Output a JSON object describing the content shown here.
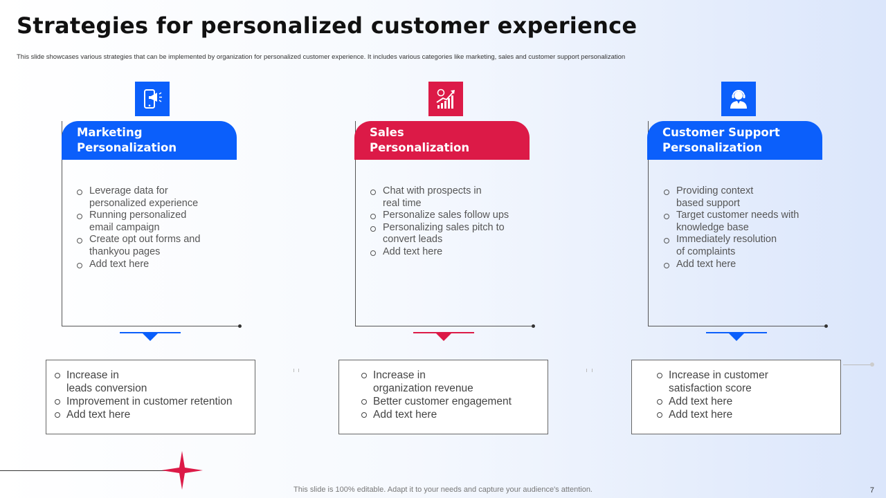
{
  "slide": {
    "title": "Strategies for personalized customer experience",
    "subtitle": "This slide showcases various strategies that can be implemented  by organization for personalized customer experience. It includes various categories like marketing,  sales and customer support personalization",
    "footer": "This slide is 100% editable. Adapt it to your needs and capture your audience's attention.",
    "page_number": "7"
  },
  "colors": {
    "blue": "#0b5ffb",
    "red": "#dc1a47"
  },
  "columns": [
    {
      "icon": "mobile-megaphone-icon",
      "header": "Marketing\nPersonalization",
      "items": [
        "Leverage data for\npersonalized experience",
        "Running personalized\nemail campaign",
        "Create opt out forms and\nthankyou pages",
        "Add text here"
      ],
      "results": [
        "Increase  in\nleads conversion",
        "Improvement  in customer retention",
        "Add text here"
      ]
    },
    {
      "icon": "sales-growth-chart-icon",
      "header": "Sales\nPersonalization",
      "items": [
        "Chat with prospects in\nreal time",
        "Personalize sales follow ups",
        "Personalizing sales pitch to\nconvert leads",
        "Add text here"
      ],
      "results": [
        "Increase  in\norganization revenue",
        "Better customer engagement",
        "Add text here"
      ]
    },
    {
      "icon": "customer-support-agent-icon",
      "header": "Customer Support\nPersonalization",
      "items": [
        "Providing context\nbased support",
        "Target customer needs with\nknowledge base",
        "Immediately resolution\nof complaints",
        "Add text here"
      ],
      "results": [
        "Increase  in customer\nsatisfaction score",
        "Add text here",
        "Add text here"
      ]
    }
  ]
}
